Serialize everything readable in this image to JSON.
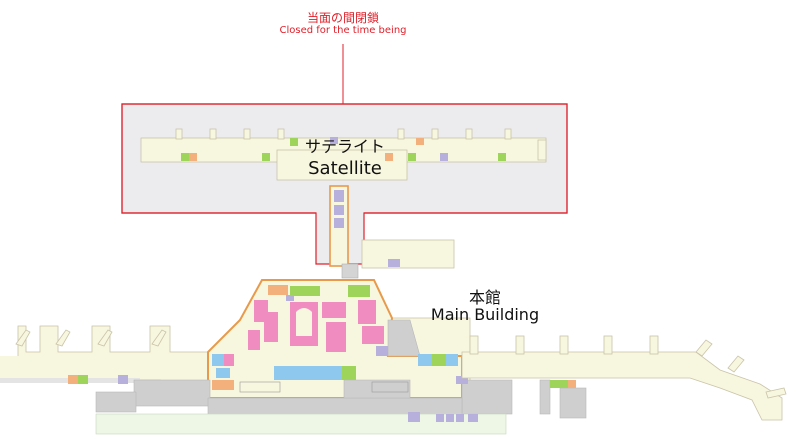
{
  "closure_notice": {
    "ja": "当面の間閉鎖",
    "en": "Closed for the time being",
    "color": "#e0202a"
  },
  "areas": {
    "satellite": {
      "ja": "サテライト",
      "en": "Satellite"
    },
    "main_building": {
      "ja": "本館",
      "en": "Main Building"
    }
  },
  "colors": {
    "floor": "#f7f6df",
    "satellite_zone": "#ececef",
    "service": "#c8c8c8",
    "shop_pink": "#f08cc0",
    "shop_green": "#9fd45a",
    "shop_blue": "#8fc8ee",
    "shop_orange": "#f4b07c",
    "shop_purple": "#b8b0dc",
    "highlight_outline": "#e89a4a"
  }
}
